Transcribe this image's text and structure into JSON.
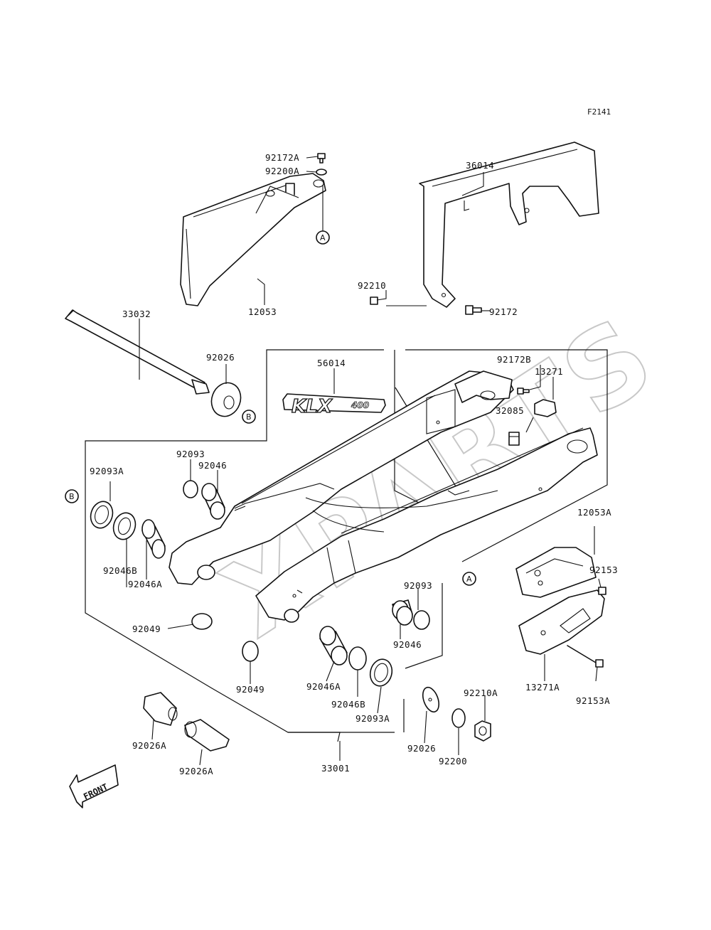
{
  "figure_code": "F2141",
  "watermark_text": "XPARTS",
  "decal_text": {
    "main": "KLX",
    "suffix": "400"
  },
  "front_arrow_text": "FRONT",
  "ref_letters": {
    "a": "A",
    "b": "B"
  },
  "part_labels": {
    "p92172A": "92172A",
    "p92200A": "92200A",
    "p36014": "36014",
    "p92210": "92210",
    "p12053": "12053",
    "p33032": "33032",
    "p92026_top": "92026",
    "p56014": "56014",
    "p92172": "92172",
    "p92172B": "92172B",
    "p13271": "13271",
    "p32085": "32085",
    "p92093_left": "92093",
    "p92046_left": "92046",
    "p92093A_left": "92093A",
    "p12053A": "12053A",
    "p92046B_left": "92046B",
    "p92046A_left": "92046A",
    "p92153": "92153",
    "p92093_right": "92093",
    "p92049_left": "92049",
    "p92046_right": "92046",
    "p13271A": "13271A",
    "p92153A": "92153A",
    "p92049_center": "92049",
    "p92046A_right": "92046A",
    "p92210A": "92210A",
    "p92046B_right": "92046B",
    "p92093A_right": "92093A",
    "p92026A_left": "92026A",
    "p92026_bottom": "92026",
    "p92200": "92200",
    "p33001": "33001",
    "p92026A_right": "92026A"
  }
}
